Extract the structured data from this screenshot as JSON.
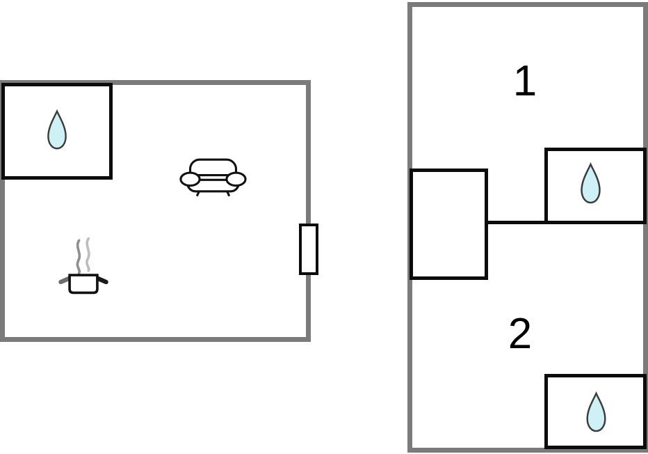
{
  "floorplan": {
    "colors": {
      "background": "#ffffff",
      "wall_gray": "#7b7b7b",
      "partition_black": "#0c0c0c",
      "water_drop_fill": "#cdf1f5",
      "water_drop_stroke": "#3c3c3c",
      "steam_gray": "#8f8f8f"
    },
    "units": [
      {
        "name": "living-unit",
        "rooms": [
          {
            "name": "bathroom",
            "icon": "water-drop-icon"
          },
          {
            "name": "living-room",
            "icons": [
              "sofa-icon",
              "stove-pot-icon",
              "window-marker"
            ]
          }
        ]
      },
      {
        "name": "bedroom-unit",
        "rooms": [
          {
            "name": "bedroom-1",
            "label": "1"
          },
          {
            "name": "bathroom-1",
            "icon": "water-drop-icon"
          },
          {
            "name": "hall"
          },
          {
            "name": "bedroom-2",
            "label": "2"
          },
          {
            "name": "bathroom-2",
            "icon": "water-drop-icon"
          }
        ]
      }
    ]
  }
}
